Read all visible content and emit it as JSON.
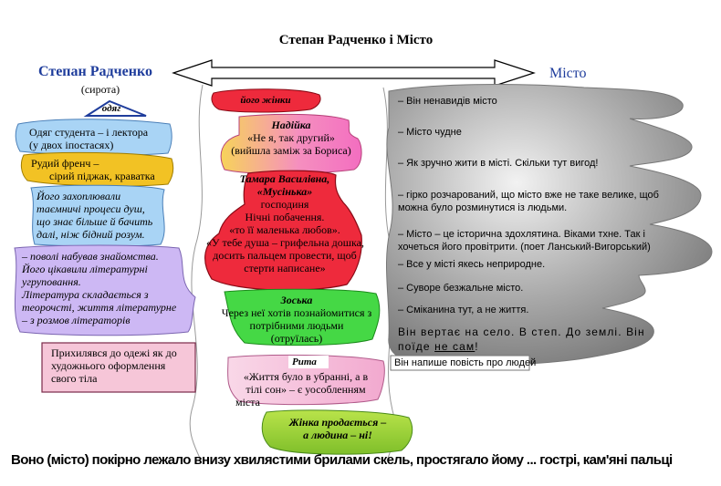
{
  "title": "Степан Радченко і Місто",
  "left_header": {
    "name": "Степан Радченко",
    "subtitle": "(сирота)",
    "category": "одяг"
  },
  "right_header": "Місто",
  "left_blocks": {
    "odiag": [
      "Одяг студента – і лектора",
      "(у двох іпостасях)"
    ],
    "french": [
      "Рудий френч –",
      "сірий піджак, краватка"
    ],
    "interests": [
      "Його захоплювали",
      "таємничі процеси душ,",
      "що знає більше й бачить",
      "далі, ніж бідний розум."
    ],
    "literature": [
      "– поволі набував знайомства.",
      "Його цікавили літературні",
      "угруповання.",
      "Література складається з",
      "теорочсті, життя літературне",
      "– з розмов літераторів"
    ],
    "appearance": [
      "Прихилявся до одежі як до",
      "художнього оформлення",
      "свого тіла"
    ]
  },
  "center_blocks": {
    "women_label": "його жінки",
    "nadiyka": {
      "name": "Надійка",
      "lines": [
        "«Не я, так другий»",
        "(вийшла заміж за Бориса)"
      ]
    },
    "tamara": {
      "name": [
        "Тамара Василівна,",
        "«Мусінька»"
      ],
      "lines": [
        "господиня",
        "Нічні побачення.",
        "«то її маленька любов».",
        "«У тебе душа – грифельна дошка,",
        "досить пальцем провести, щоб",
        "стерти написане»"
      ]
    },
    "zoska": {
      "name": "Зоська",
      "lines": [
        "Через неї хотів познайомитися з",
        "потрібними людьми",
        "(отруїлась)"
      ]
    },
    "rita": {
      "name": "Рита",
      "lines": [
        "«Життя було в убранні, а в",
        "тілі сон» – є уособленням",
        "міста"
      ]
    },
    "rita_note": "Він напише повість про людей",
    "sold": [
      "Жінка продається –",
      "а людина – ні!"
    ]
  },
  "city_items": [
    "– Він ненавидів місто",
    "– Місто чудне",
    "– Як зручно жити в місті. Скільки тут вигод!",
    "– гірко розчарований, що місто вже не таке велике, щоб",
    "можна було розминутися із людьми.",
    "– Місто – це історична здохлятина. Віками тхне. Так і",
    "хочеться його провітрити. (поет Ланський-Вигорський)",
    "– Все у місті якесь неприродне.",
    "– Суворе безжальне місто.",
    "– Сміканина тут, а не життя."
  ],
  "return_text": {
    "line1": "Він вертає на село. В степ. До землі. Він",
    "line2a": "поїде",
    "line2b": "не сам",
    "line2c": "!"
  },
  "quote": "Воно (місто) покірно лежало внизу хвилястими брилами  скель, простягало йому ... гострі, кам'яні пальці",
  "colors": {
    "blue": "#a9d4f5",
    "gold": "#f2c224",
    "violet": "#cdb8f4",
    "pink": "#f6c6d8",
    "red": "#ee2a3c",
    "salmon": "#f07a7a",
    "green": "#45d845",
    "lime": "#9ad233",
    "gray": "#9a9a9a",
    "title_blue": "#1f3d9c"
  }
}
